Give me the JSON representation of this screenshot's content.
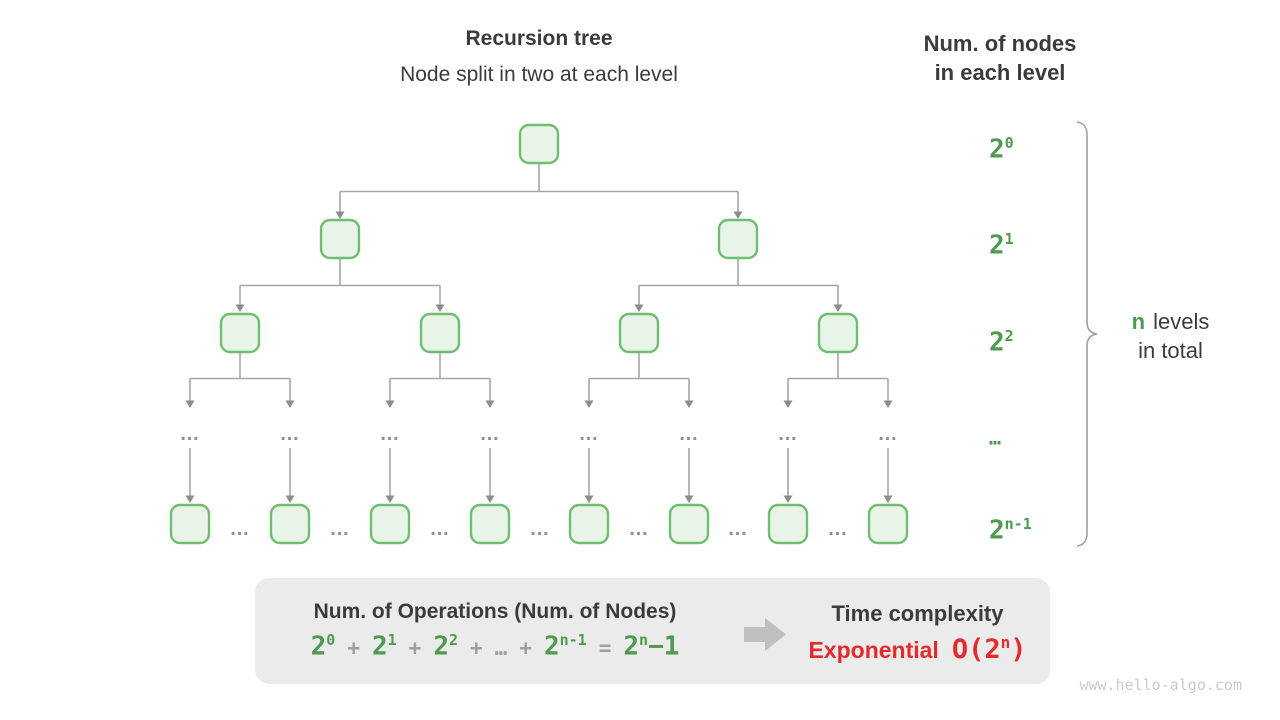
{
  "titles": {
    "main": "Recursion tree",
    "subtitle": "Node split in two at each level"
  },
  "right_header": {
    "line1": "Num. of nodes",
    "line2": "in each level"
  },
  "levels": [
    {
      "base": "2",
      "sup": "0"
    },
    {
      "base": "2",
      "sup": "1"
    },
    {
      "base": "2",
      "sup": "2"
    },
    {
      "base": "…",
      "sup": ""
    },
    {
      "base": "2",
      "sup": "n-1"
    }
  ],
  "brace_note": {
    "n": "n",
    "levels_word": "levels",
    "line2": "in total"
  },
  "tree": {
    "ellipsis": "…"
  },
  "summary": {
    "title": "Num. of Operations (Num. of Nodes)",
    "formula": {
      "t1": {
        "base": "2",
        "sup": "0"
      },
      "op1": "+",
      "t2": {
        "base": "2",
        "sup": "1"
      },
      "op2": "+",
      "t3": {
        "base": "2",
        "sup": "2"
      },
      "op3": "+",
      "dots": "…",
      "op4": "+",
      "t4": {
        "base": "2",
        "sup": "n-1"
      },
      "eq": "=",
      "result": {
        "base": "2",
        "sup": "n",
        "tail": "−1"
      }
    },
    "right_title": "Time complexity",
    "complexity": {
      "label": "Exponential",
      "o_base": "O(2",
      "o_sup": "n",
      "o_close": ")"
    }
  },
  "watermark": "www.hello-algo.com",
  "colors": {
    "node_fill": "#E9F4E8",
    "node_border": "#6FBE6F",
    "connector": "#A6A6A6",
    "arrowhead": "#8C8C8C",
    "label_green": "#4D9A50",
    "text_dark": "#3B3B3B",
    "operator_gray": "#9E9E9E",
    "ellipsis_gray": "#8F8F8F",
    "box_bg": "#EBEBEB",
    "block_arrow": "#BFBFBF",
    "complexity_red": "#E42A2C",
    "brace": "#9E9E9E",
    "watermark": "#CBCBCB"
  }
}
